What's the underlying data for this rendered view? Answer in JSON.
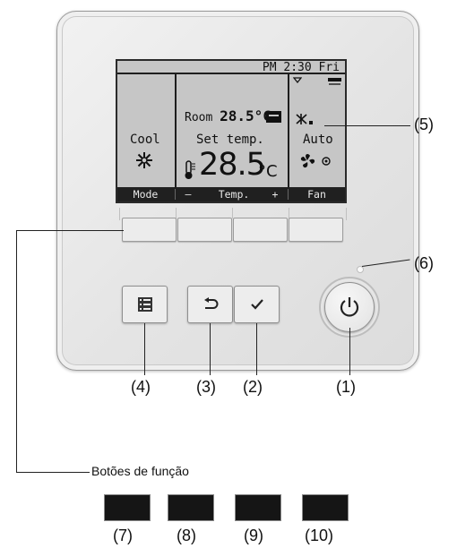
{
  "display": {
    "clock": "PM 2:30 Fri",
    "mode_value": "Cool",
    "room_label": "Room",
    "room_temp": "28.5°C",
    "set_label": "Set temp.",
    "set_temp": "28.5",
    "set_unit": "°C",
    "fan_value": "Auto",
    "footer": {
      "mode": "Mode",
      "temp_minus": "—",
      "temp": "Temp.",
      "temp_plus": "+",
      "fan": "Fan"
    }
  },
  "callouts": {
    "c1": "(1)",
    "c2": "(2)",
    "c3": "(3)",
    "c4": "(4)",
    "c5": "(5)",
    "c6": "(6)",
    "c7": "(7)",
    "c8": "(8)",
    "c9": "(9)",
    "c10": "(10)"
  },
  "function_buttons_label": "Botões de função",
  "icons": {
    "menu": "menu-icon",
    "return": "return-icon",
    "confirm": "check-icon",
    "power": "power-icon",
    "mode": "snowflake-icon",
    "fan": "fan-icon",
    "thermometer": "thermometer-icon",
    "louver": "louver-icon"
  },
  "colors": {
    "lcd_bg": "#c6c6c6",
    "lcd_ink": "#111111",
    "panel": "#e6e6e6",
    "swatch": "#151515"
  }
}
